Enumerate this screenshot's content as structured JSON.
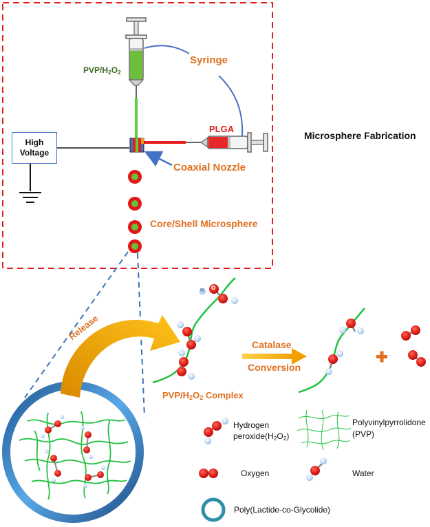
{
  "fabrication": {
    "title": "Microsphere Fabrication",
    "syringe_label": "Syringe",
    "pvp_h2o2_prefix": "PVP/H",
    "pvp_h2o2_sub1": "2",
    "pvp_h2o2_mid": "O",
    "pvp_h2o2_sub2": "2",
    "plga_label": "PLGA",
    "high_voltage_line1": "High",
    "high_voltage_line2": "Voltage",
    "coaxial_nozzle_label": "Coaxial Nozzle",
    "core_shell_label": "Core/Shell Microsphere"
  },
  "process": {
    "release_label": "Release",
    "complex_prefix": "PVP/H",
    "complex_sub1": "2",
    "complex_mid": "O",
    "complex_sub2": "2",
    "complex_suffix": " Complex",
    "catalase_label": "Catalase",
    "conversion_label": "Conversion",
    "plus_sign": "+"
  },
  "legend": {
    "h2o2_line1": "Hydrogen",
    "h2o2_line2_prefix": "peroxide(H",
    "h2o2_line2_sub1": "2",
    "h2o2_line2_mid": "O",
    "h2o2_line2_sub2": "2",
    "h2o2_line2_suffix": ")",
    "pvp_line1": "Polyvinylpyrrolidone",
    "pvp_line2": "(PVP)",
    "oxygen": "Oxygen",
    "water": "Water",
    "plga_full": "Poly(Lactide-co-Glycolide)"
  },
  "atoms": {
    "oxygen_symbol": "O",
    "hydrogen_symbol": "H"
  },
  "colors": {
    "dashed_border": "#e02020",
    "label_orange": "#e0701f",
    "pvp_green": "#2ecc40",
    "pvp_label_green": "#3a6b1f",
    "plga_red": "#e02020",
    "arrow_blue": "#4472c4",
    "ring_blue": "#3a85c8",
    "release_arrow_gold": "#f2a20c"
  }
}
